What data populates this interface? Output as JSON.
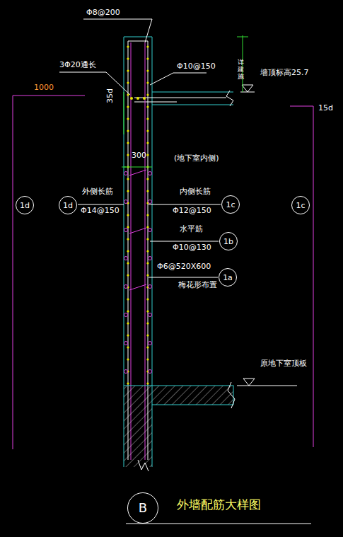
{
  "diagram": {
    "title": "外墙配筋大样图",
    "nodes": [
      {
        "text": [
          "1d"
        ]
      },
      {
        "text": [
          "1d"
        ]
      },
      {
        "text": [
          "1c"
        ]
      },
      {
        "text": [
          "1c"
        ]
      },
      {
        "text": [
          "1b"
        ]
      },
      {
        "text": [
          "1a"
        ]
      },
      {
        "text": [
          "B"
        ]
      }
    ],
    "labels": [
      "Φ8@200",
      "3Φ20通长",
      "Φ10@150",
      "详建施",
      "墙顶标高25.7",
      "1000",
      "35d",
      "15d",
      "300",
      "(地下室内侧)",
      "外侧长筋",
      "Φ14@150",
      "内侧长筋",
      "Φ12@150",
      "水平筋",
      "Φ10@130",
      "Φ6@520X600",
      "梅花形布置",
      "原地下室顶板"
    ]
  }
}
